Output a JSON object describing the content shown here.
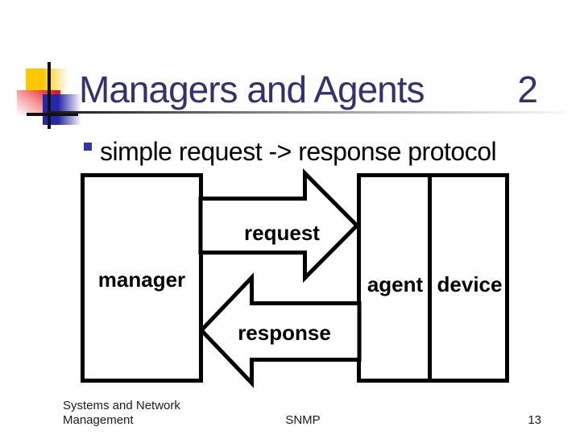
{
  "header": {
    "title": "Managers and Agents",
    "page_number": "2"
  },
  "content": {
    "bullet_text": "simple request -> response protocol"
  },
  "diagram": {
    "manager_label": "manager",
    "agent_label": "agent",
    "device_label": "device",
    "request_arrow_label": "request",
    "response_arrow_label": "response"
  },
  "footer": {
    "course_line1": "Systems and Network",
    "course_line2": "Management",
    "center_text": "SNMP",
    "slide_number": "13"
  },
  "colors": {
    "title_text": "#32326e",
    "bullet_marker": "#3333aa",
    "accent_yellow": "#fdc800",
    "accent_red": "#e41818",
    "accent_blue": "#2626a8",
    "diagram_ink": "#000000",
    "background": "#ffffff"
  }
}
